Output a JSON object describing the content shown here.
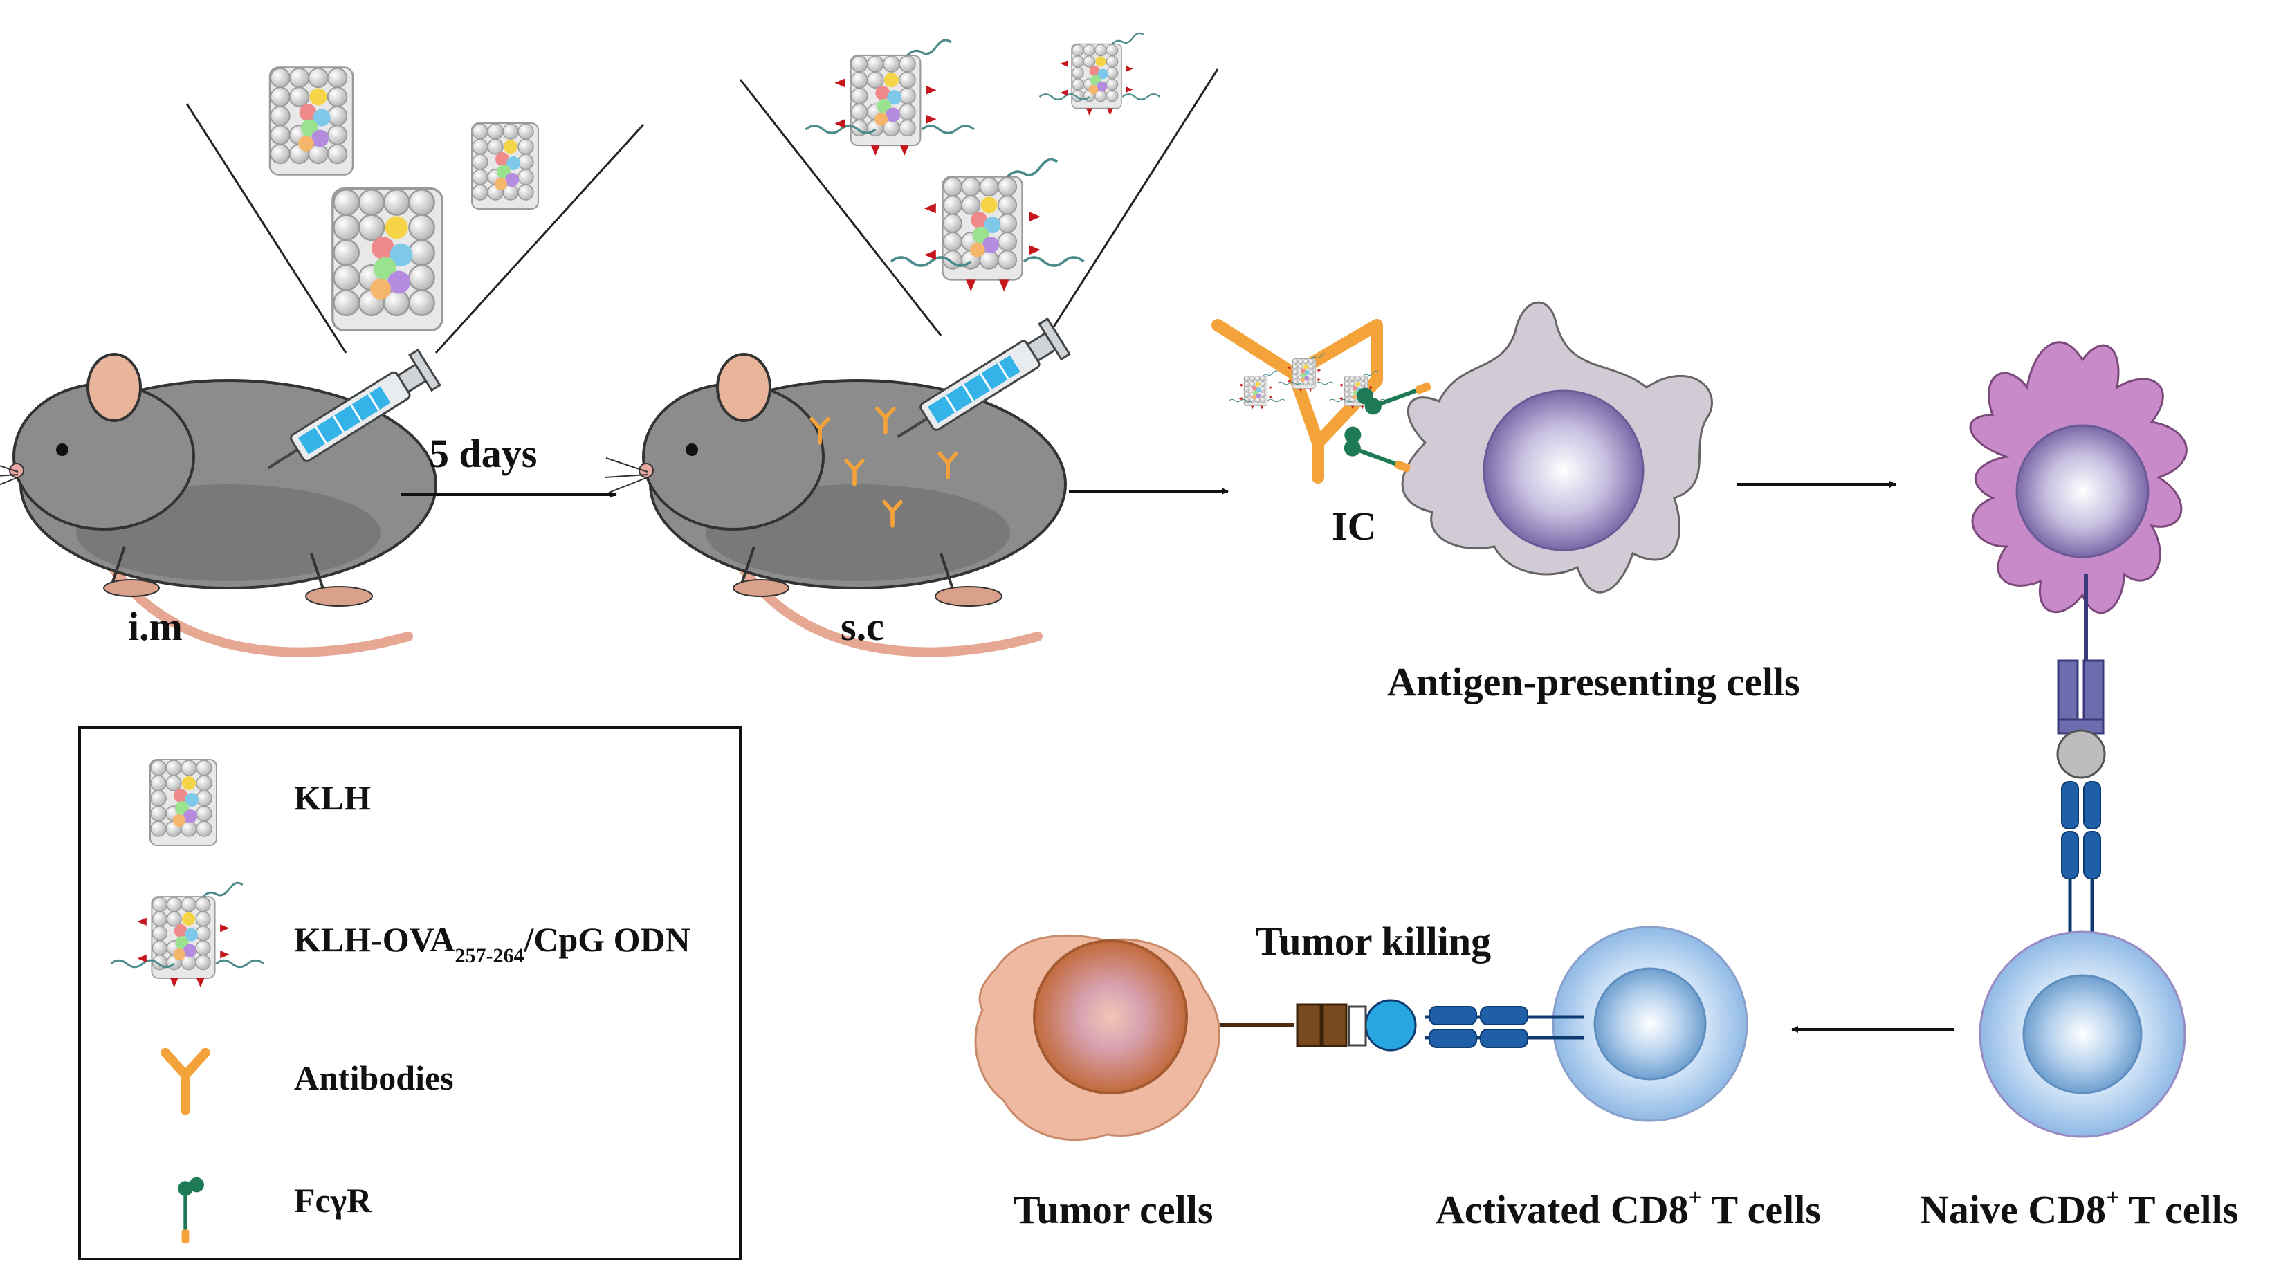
{
  "steps": {
    "im": "i.m",
    "delay": "5 days",
    "sc": "s.c"
  },
  "labels": {
    "ic": "IC",
    "apc": "Antigen-presenting cells",
    "tumor_killing": "Tumor killing",
    "tumor_cells": "Tumor cells",
    "activated": {
      "main": "Activated CD8",
      "sup": "+",
      "tail": " T cells"
    },
    "naive": {
      "main": "Naive CD8",
      "sup": "+",
      "tail": " T cells"
    }
  },
  "legend": {
    "klh": "KLH",
    "conj": {
      "main": "KLH-OVA",
      "sub": "257-264",
      "tail": "/CpG ODN"
    },
    "antibodies": "Antibodies",
    "fcgr": "FcγR"
  },
  "colors": {
    "mouse_body": "#8c8c8c",
    "mouse_dark": "#6a6a6a",
    "tail": "#e6a893",
    "syringe_fluid": "#35b3e8",
    "antibody": "#f4a33a",
    "fcgr": "#1d7a55",
    "apc_body": "#d2cbd6",
    "dc_body": "#c98ac9",
    "nucleus": "#8a79b3",
    "tcell": "#8fb9e6",
    "tcr": "#1f5fa8",
    "mhc": "#6c6cae",
    "tumor": "#efb9a1",
    "tumor_nucleus": "#c87044"
  }
}
